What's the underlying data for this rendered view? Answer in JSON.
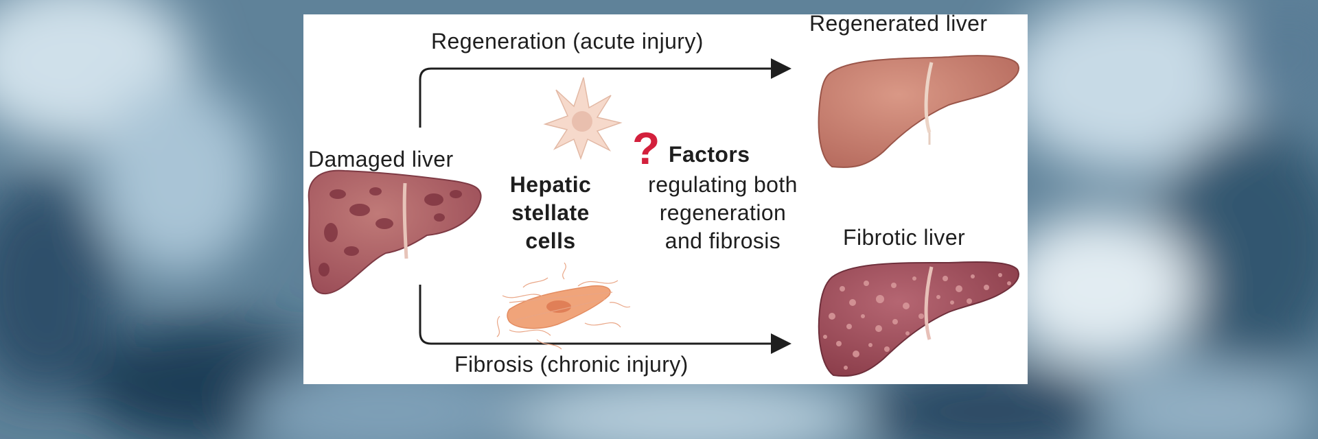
{
  "diagram": {
    "labels": {
      "regeneration_path": "Regeneration (acute injury)",
      "fibrosis_path": "Fibrosis (chronic injury)",
      "damaged_liver": "Damaged liver",
      "regenerated_liver": "Regenerated liver",
      "fibrotic_liver": "Fibrotic liver",
      "hsc_line1": "Hepatic",
      "hsc_line2": "stellate",
      "hsc_line3": "cells",
      "question_mark": "?",
      "factors_title": "Factors",
      "factors_line1": "regulating both",
      "factors_line2": "regeneration",
      "factors_line3": "and fibrosis"
    },
    "colors": {
      "background": "#5d7f99",
      "panel": "#ffffff",
      "arrow": "#1e1e1e",
      "healthy_liver": "#c47b6c",
      "damaged_liver": "#a85a62",
      "fibrotic_liver": "#9c4a57",
      "quiescent_cell": "#f6d9cb",
      "activated_cell": "#f0a47a",
      "question_mark": "#d3203c"
    },
    "icons": [
      "damaged-liver-illustration",
      "regenerated-liver-illustration",
      "fibrotic-liver-illustration",
      "quiescent-stellate-cell-icon",
      "activated-stellate-cell-icon"
    ]
  }
}
